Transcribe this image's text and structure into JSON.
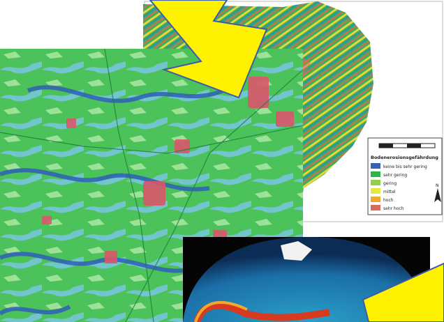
{
  "legend": {
    "title": "Bodenerosionsgefährdung",
    "items": [
      {
        "label": "keine bis sehr gering",
        "color": "#3a5fb5"
      },
      {
        "label": "sehr gering",
        "color": "#2fb24a"
      },
      {
        "label": "gering",
        "color": "#8fd24a"
      },
      {
        "label": "mittel",
        "color": "#e8e83a"
      },
      {
        "label": "hoch",
        "color": "#f0a830"
      },
      {
        "label": "sehr hoch",
        "color": "#d86a5a"
      }
    ]
  },
  "north_arrow_label": "N",
  "colors": {
    "arrow_fill": "#fff200",
    "arrow_stroke": "#3c5ba8",
    "map_green": "#4cc25a",
    "water_blue": "#3d6fc4",
    "urban_red": "#d9566a"
  }
}
